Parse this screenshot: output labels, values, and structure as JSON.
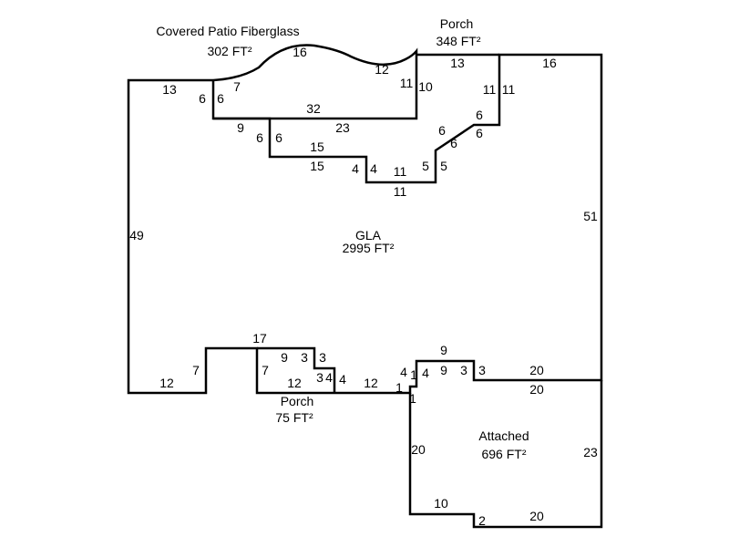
{
  "areas": {
    "patio": {
      "name": "Covered Patio Fiberglass",
      "size": "302 FT²"
    },
    "porch_top": {
      "name": "Porch",
      "size": "348 FT²"
    },
    "gla": {
      "name": "GLA",
      "size": "2995 FT²"
    },
    "porch_bottom": {
      "name": "Porch",
      "size": "75 FT²"
    },
    "attached": {
      "name": "Attached",
      "size": "696 FT²"
    }
  },
  "dims": [
    "16",
    "12",
    "11",
    "10",
    "13",
    "7",
    "6",
    "6",
    "32",
    "9",
    "23",
    "6",
    "6",
    "15",
    "15",
    "4",
    "4",
    "11",
    "11",
    "5",
    "5",
    "6",
    "6",
    "6",
    "6",
    "11",
    "11",
    "13",
    "16",
    "51",
    "49",
    "17",
    "9",
    "3",
    "3",
    "7",
    "12",
    "3",
    "4",
    "4",
    "12",
    "1",
    "4",
    "1",
    "4",
    "1",
    "9",
    "9",
    "3",
    "3",
    "20",
    "20",
    "20",
    "23",
    "10",
    "2",
    "20",
    "12",
    "7"
  ]
}
